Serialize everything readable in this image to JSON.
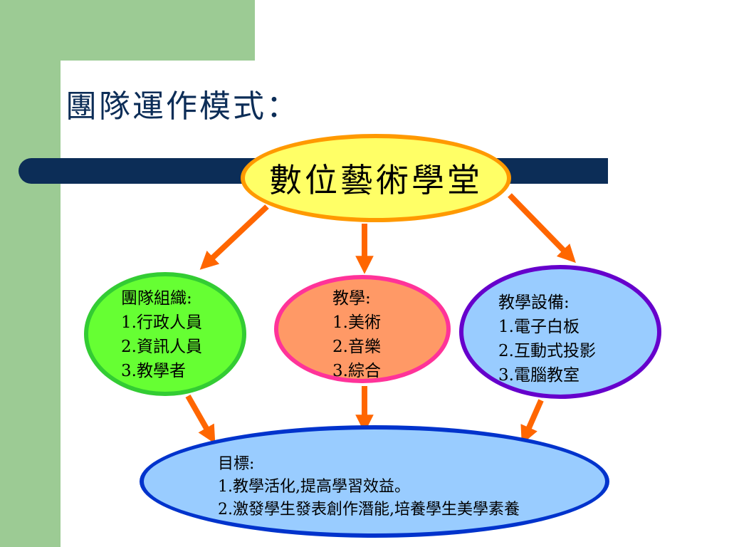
{
  "slide": {
    "title": "團隊運作模式：",
    "center_node": "數位藝術學堂"
  },
  "nodes": {
    "organization": {
      "heading": "團隊組織:",
      "items": [
        "1.行政人員",
        "2.資訊人員",
        "3.教學者"
      ]
    },
    "teaching": {
      "heading": "教學:",
      "items": [
        "1.美術",
        "2.音樂",
        "3.綜合"
      ]
    },
    "equipment": {
      "heading": "教學設備:",
      "items": [
        "1.電子白板",
        "2.互動式投影",
        "3.電腦教室"
      ]
    },
    "goal": {
      "heading": "目標:",
      "items": [
        "1.教學活化,提高學習效益。",
        "2.激發學生發表創作潛能,培養學生美學素養"
      ]
    }
  },
  "colors": {
    "arrow": "#ff6600",
    "background_green": "#9ccb94",
    "bar_navy": "#0c2d57",
    "center_fill": "#ffff66",
    "center_border": "#ff9900",
    "organization_fill": "#66ff33",
    "organization_border": "#33cc33",
    "teaching_fill": "#ff9966",
    "teaching_border": "#ff3399",
    "equipment_fill": "#99ccff",
    "equipment_border": "#6600cc",
    "goal_fill": "#99ccff",
    "goal_border": "#0033cc"
  }
}
